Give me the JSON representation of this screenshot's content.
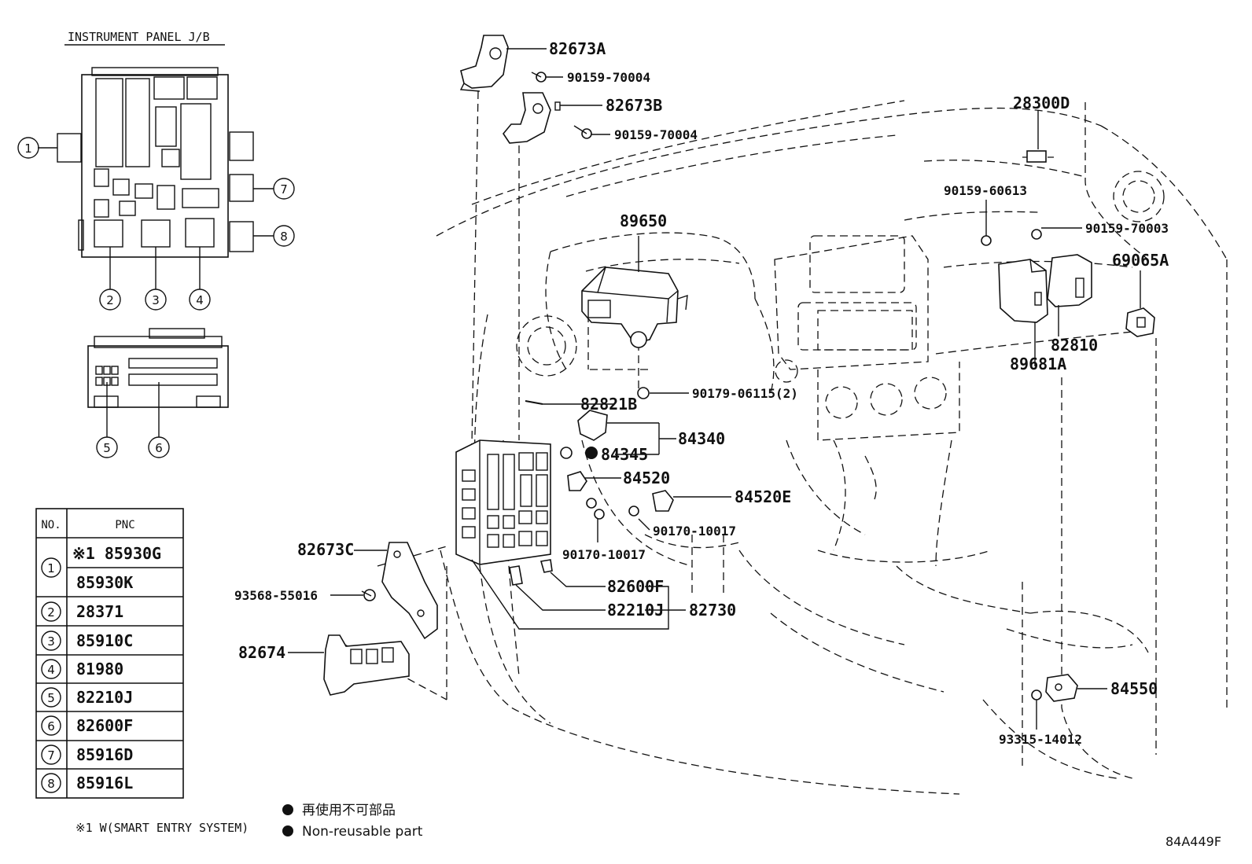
{
  "jb_title": "INSTRUMENT PANEL J/B",
  "callouts": [
    "1",
    "2",
    "3",
    "4",
    "5",
    "6",
    "7",
    "8"
  ],
  "table": {
    "header_no": "NO.",
    "header_pnc": "PNC",
    "rows": [
      {
        "no": "1",
        "pnc": "※1 85930G"
      },
      {
        "no": "",
        "pnc": "85930K"
      },
      {
        "no": "2",
        "pnc": "28371"
      },
      {
        "no": "3",
        "pnc": "85910C"
      },
      {
        "no": "4",
        "pnc": "81980"
      },
      {
        "no": "5",
        "pnc": "82210J"
      },
      {
        "no": "6",
        "pnc": "82600F"
      },
      {
        "no": "7",
        "pnc": "85916D"
      },
      {
        "no": "8",
        "pnc": "85916L"
      }
    ]
  },
  "footnote": "※1 W(SMART ENTRY SYSTEM)",
  "legend": {
    "jp": "再使用不可部品",
    "en": "Non-reusable part"
  },
  "part_labels": {
    "p82673A": "82673A",
    "p90159_70004_a": "90159-70004",
    "p82673B": "82673B",
    "p90159_70004_b": "90159-70004",
    "p28300D": "28300D",
    "p90159_60613": "90159-60613",
    "p90159_70003": "90159-70003",
    "p69065A": "69065A",
    "p89650": "89650",
    "p82810": "82810",
    "p89681A": "89681A",
    "p90179_06115": "90179-06115(2)",
    "p82821B": "82821B",
    "p84340": "84340",
    "p84345": "84345",
    "p84520": "84520",
    "p84520E": "84520E",
    "p90170_10017_a": "90170-10017",
    "p90170_10017_b": "90170-10017",
    "p82673C": "82673C",
    "p93568_55016": "93568-55016",
    "p82600F": "82600F",
    "p82210J": "82210J",
    "p82730": "82730",
    "p82674": "82674",
    "p84550": "84550",
    "p93315_14012": "93315-14012"
  },
  "figure_id": "84A449F"
}
